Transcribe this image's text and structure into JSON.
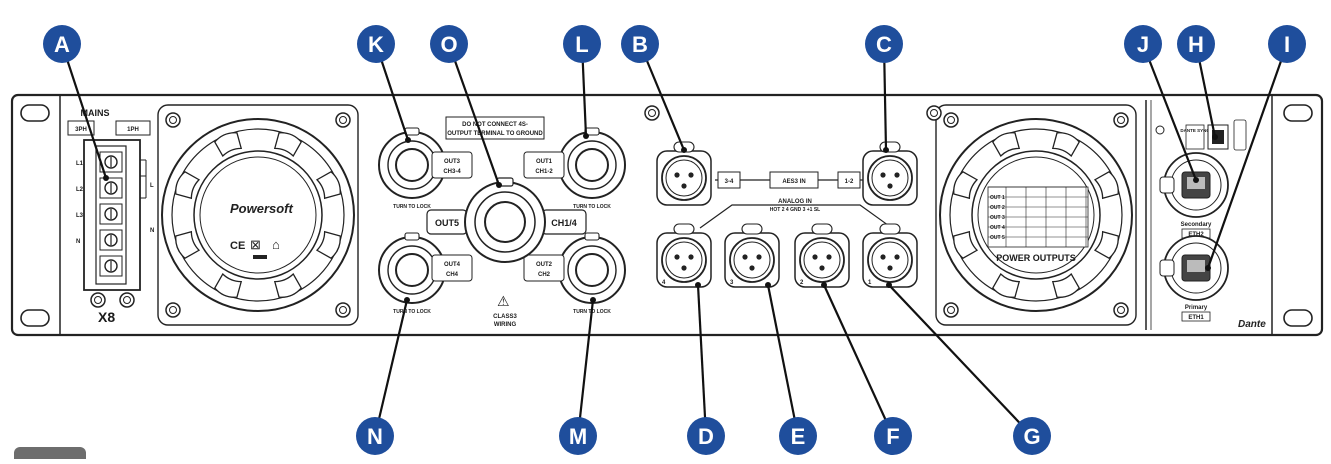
{
  "callout_color": "#1f4e9c",
  "callouts": [
    {
      "id": "A",
      "letter": "A"
    },
    {
      "id": "K",
      "letter": "K"
    },
    {
      "id": "O",
      "letter": "O"
    },
    {
      "id": "L",
      "letter": "L"
    },
    {
      "id": "B",
      "letter": "B"
    },
    {
      "id": "C",
      "letter": "C"
    },
    {
      "id": "J",
      "letter": "J"
    },
    {
      "id": "H",
      "letter": "H"
    },
    {
      "id": "I",
      "letter": "I"
    },
    {
      "id": "N",
      "letter": "N"
    },
    {
      "id": "M",
      "letter": "M"
    },
    {
      "id": "D",
      "letter": "D"
    },
    {
      "id": "E",
      "letter": "E"
    },
    {
      "id": "F",
      "letter": "F"
    },
    {
      "id": "G",
      "letter": "G"
    }
  ],
  "mains": {
    "title": "MAINS",
    "three_phase": "3PH",
    "one_phase": "1PH",
    "model": "X8",
    "terminals": [
      "L1",
      "L2",
      "L3",
      "N"
    ],
    "one_phase_labels": [
      "L",
      "N"
    ]
  },
  "warning": {
    "line1": "DO NOT CONNECT 4S-",
    "line2": "OUTPUT TERMINAL TO GROUND"
  },
  "speakon": {
    "out3": {
      "line1": "OUT3",
      "line2": "CH3-4"
    },
    "out1": {
      "line1": "OUT1",
      "line2": "CH1-2"
    },
    "out4": {
      "line1": "OUT4",
      "line2": "CH4"
    },
    "out2": {
      "line1": "OUT2",
      "line2": "CH2"
    },
    "out5_left": "OUT5",
    "out5_right": "CH1/4",
    "turn_to_lock": "TURN TO LOCK"
  },
  "class3": {
    "line1": "CLASS3",
    "line2": "WIRING"
  },
  "aes": {
    "label": "AES3 IN",
    "left": "3-4",
    "right": "1-2"
  },
  "analog": {
    "label": "ANALOG IN",
    "sub": "HOT 2 4 GND 3 +1 SL",
    "numbers": [
      "4",
      "3",
      "2",
      "1"
    ]
  },
  "power_outputs": {
    "title": "POWER OUTPUTS",
    "rows": [
      "OUT 1",
      "OUT 2",
      "OUT 3",
      "OUT 4",
      "OUT 5"
    ]
  },
  "network": {
    "sync_label": "DANTE SYNC",
    "secondary": "Secondary",
    "eth2": "ETH2",
    "primary": "Primary",
    "eth1": "ETH1",
    "brand": "Dante"
  }
}
